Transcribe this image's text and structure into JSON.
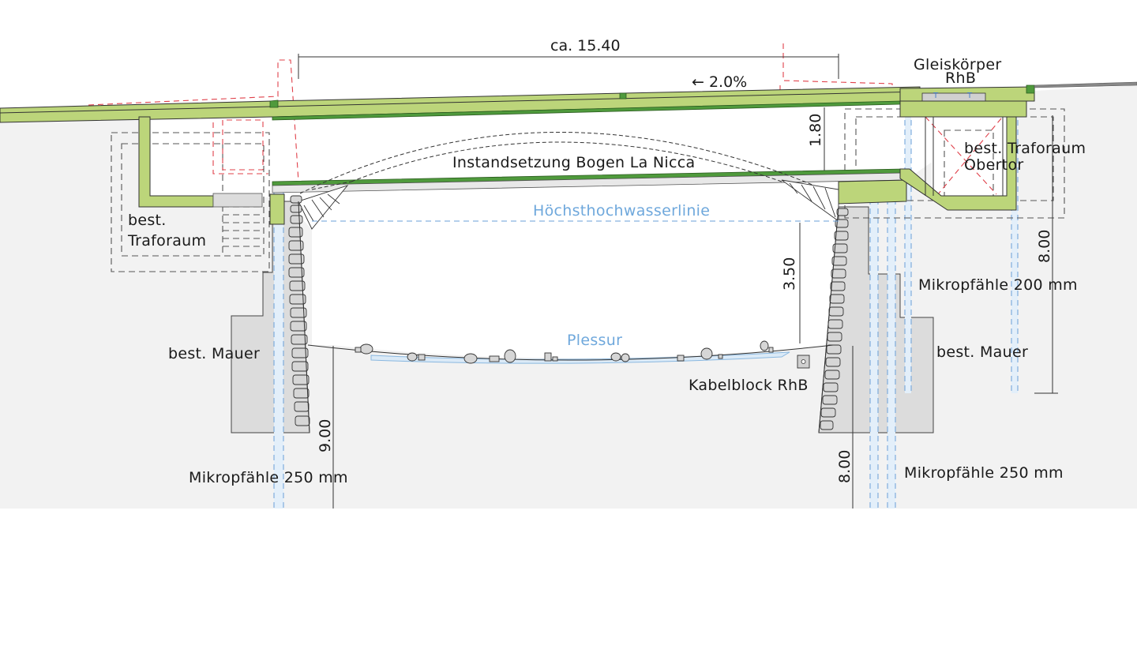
{
  "drawing": {
    "title": "Instandsetzung Bogen La Nicca",
    "dimensions": {
      "span": "ca. 15.40",
      "slope": "← 2.0%",
      "deck_height": "1.80",
      "flood_clearance": "3.50",
      "left_pile_depth": "9.00",
      "right_pile_depth": "8.00",
      "right_pile_depth_upper": "8.00"
    },
    "labels": {
      "track_body_line1": "Gleiskörper",
      "track_body_line2": "RhB",
      "trafo_right_line1": "best. Traforaum",
      "trafo_right_line2": "Obertor",
      "trafo_left_line1": "best.",
      "trafo_left_line2": "Traforaum",
      "high_water": "Höchsthochwasserlinie",
      "river": "Plessur",
      "wall_left": "best. Mauer",
      "wall_right": "best. Mauer",
      "cable_block": "Kabelblock RhB",
      "piles_left": "Mikropfähle 250 mm",
      "piles_right_lower": "Mikropfähle 250 mm",
      "piles_right_upper": "Mikropfähle 200 mm"
    },
    "colors": {
      "new_concrete": "#bcd57a",
      "waterproofing": "#4f9a3c",
      "existing_wall": "#dcdcdc",
      "ground": "#f2f2f2",
      "demolition": "#e0404a",
      "piles": "#6a9fd8",
      "water_text": "#6fa8dc"
    }
  }
}
